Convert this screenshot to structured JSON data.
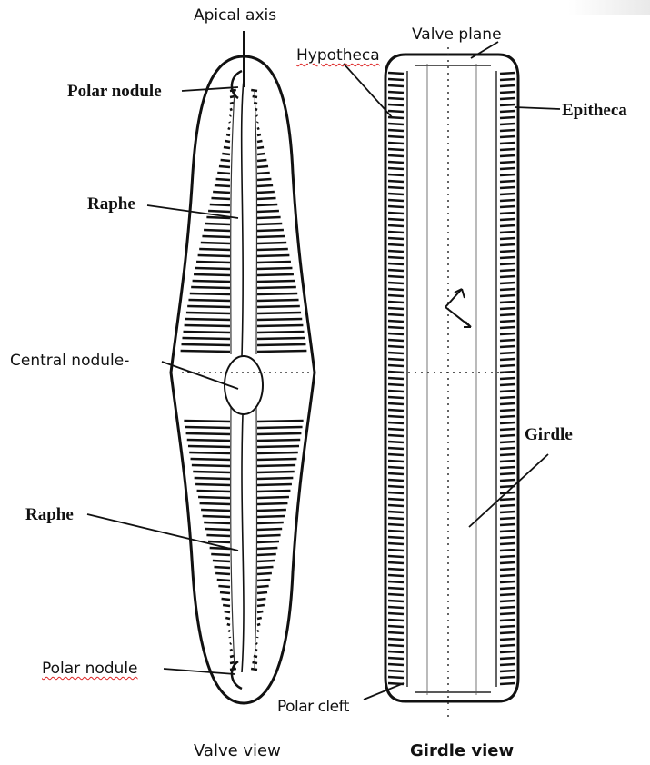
{
  "labels": {
    "apical_axis": "Apical axis",
    "polar_nodule_top": "Polar nodule",
    "raphe_top": "Raphe",
    "central_nodule": "Central nodule-",
    "raphe_bottom": "Raphe",
    "polar_nodule_bottom": "Polar nodule",
    "hypotheca": "Hypotheca",
    "valve_plane": "Valve plane",
    "epitheca": "Epitheca",
    "girdle": "Girdle",
    "polar_cleft": "Polar cleft"
  },
  "captions": {
    "valve_view": "Valve view",
    "girdle_view": "Girdle view"
  },
  "colors": {
    "ink": "#111111",
    "spellcheck_underline": "#dd2222"
  }
}
